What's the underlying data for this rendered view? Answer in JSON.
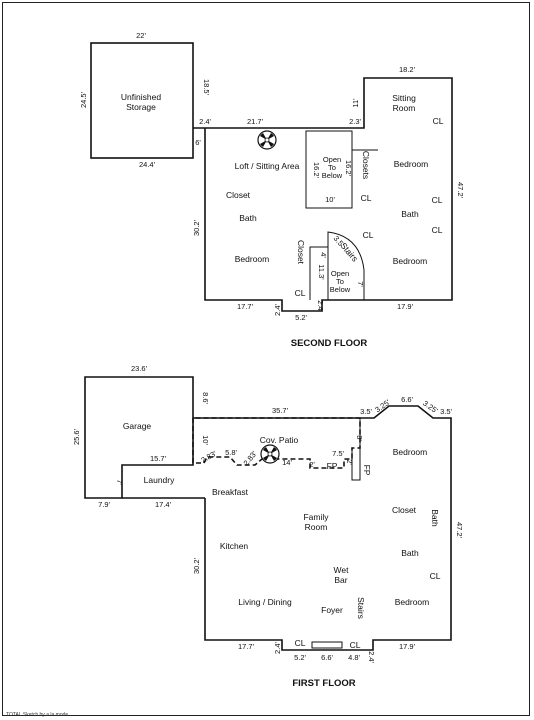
{
  "second_floor": {
    "title": "SECOND FLOOR",
    "rooms": {
      "unfinished_storage_1": "Unfinished",
      "unfinished_storage_2": "Storage",
      "loft": "Loft / Sitting Area",
      "closet_left": "Closet",
      "bath_left": "Bath",
      "bedroom_left": "Bedroom",
      "cl_left": "CL",
      "open_below_top_1": "Open",
      "open_below_top_2": "To",
      "open_below_top_3": "Below",
      "closets_vertical": "Closets",
      "cl_mid": "CL",
      "sitting_room_1": "Sitting",
      "sitting_room_2": "Room",
      "cl_right_top": "CL",
      "bedroom_right_top": "Bedroom",
      "cl_right_2": "CL",
      "bath_right": "Bath",
      "cl_right_3": "CL",
      "cl_stair": "CL",
      "bedroom_right_bottom": "Bedroom",
      "closet_vertical": "Closet",
      "stairs": "Stairs",
      "open_below_bottom_1": "Open",
      "open_below_bottom_2": "To",
      "open_below_bottom_3": "Below"
    },
    "dims": {
      "storage_top": "22'",
      "storage_left": "24.5'",
      "storage_right": "18.5'",
      "storage_bottom": "24.4'",
      "jog_left": "2.4'",
      "top_mid": "21.7'",
      "jog_right": "2.3'",
      "left_short": "6'",
      "left_long": "30.2'",
      "top_right": "18.2'",
      "right_jog": "11'",
      "right_long": "47.2'",
      "open_height": "16.2'",
      "open_width": "10'",
      "open_side": "16.2'",
      "bottom_left": "17.7'",
      "bottom_jog_left": "2.4'",
      "bottom_mid": "5.2'",
      "bottom_jog_right": "2.4'",
      "bottom_right": "17.9'",
      "stair_4": "4'",
      "stair_113": "11.3'",
      "stair_35": "3.5'",
      "stair_7": "7'"
    }
  },
  "first_floor": {
    "title": "FIRST FLOOR",
    "rooms": {
      "garage": "Garage",
      "cov_patio": "Cov. Patio",
      "laundry": "Laundry",
      "breakfast": "Breakfast",
      "family_room_1": "Family",
      "family_room_2": "Room",
      "kitchen": "Kitchen",
      "living_dining": "Living / Dining",
      "wet_bar_1": "Wet",
      "wet_bar_2": "Bar",
      "foyer": "Foyer",
      "stairs": "Stairs",
      "bedroom_top": "Bedroom",
      "closet": "Closet",
      "bath_vertical": "Bath",
      "bath": "Bath",
      "cl_right": "CL",
      "bedroom_bottom": "Bedroom",
      "cl_left": "CL",
      "cl_right_bottom": "CL",
      "fp_1": "FP",
      "fp_2": "FP"
    },
    "dims": {
      "garage_top": "23.6'",
      "garage_left": "25.6'",
      "garage_right": "8.6'",
      "patio_top": "35.7'",
      "patio_jog_1": "3.5'",
      "patio_jog_2": "3.25'",
      "right_top": "6.6'",
      "patio_jog_3": "3.25'",
      "patio_jog_4": "3.5'",
      "patio_left": "10'",
      "patio_inner_1": "2.83'",
      "patio_inner_2": "5.8'",
      "patio_inner_3": "2.83'",
      "patio_inner_4": "14'",
      "patio_inner_5": "2'",
      "patio_inner_6": "7.5'",
      "patio_inner_7": "2'",
      "patio_inner_8": "8'",
      "laundry_top": "15.7'",
      "laundry_left": "7'",
      "laundry_bottom_left": "7.9'",
      "laundry_bottom": "17.4'",
      "left_long": "30.2'",
      "right_long": "47.2'",
      "bottom_left": "17.7'",
      "bottom_jog_left": "2.4'",
      "bottom_mid_1": "5.2'",
      "bottom_mid_2": "6.6'",
      "bottom_mid_3": "4.8'",
      "bottom_jog_right": "2.4'",
      "bottom_right": "17.9'"
    }
  },
  "footer": {
    "credit": "TOTAL Sketch by a la mode"
  }
}
